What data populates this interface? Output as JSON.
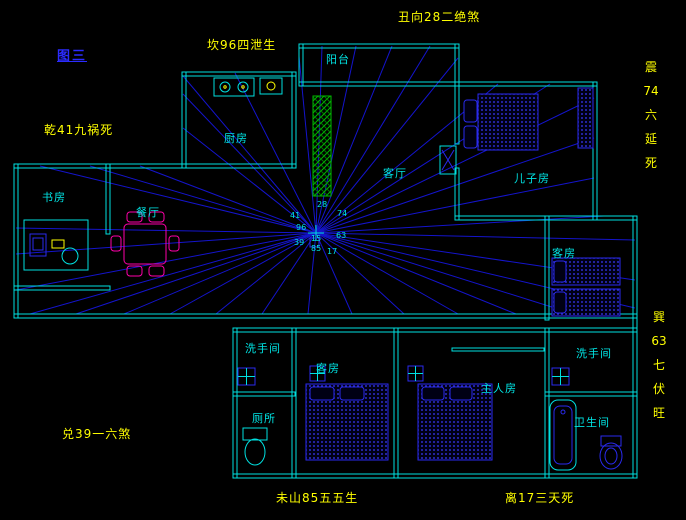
{
  "title": "图三",
  "palette": {
    "background": "#000000",
    "wall": "#00e0e0",
    "ray": "#1414cc",
    "room_label": "#00e5e5",
    "annotation": "#ffff00",
    "title_color": "#2b2bff",
    "dining_table": "#ff00aa",
    "plant": "#00bb00",
    "bed": "#3a3aff"
  },
  "annotations": {
    "north": "丑向28二绝煞",
    "kan": "坎96四泄生",
    "qian": "乾41九祸死",
    "dui": "兑39一六煞",
    "wei": "未山85五五生",
    "li": "离17三天死",
    "zhen_lines": [
      "震",
      "74",
      "六",
      "延",
      "死"
    ],
    "xun_lines": [
      "巽",
      "63",
      "七",
      "伏",
      "旺"
    ]
  },
  "rooms": {
    "balcony": "阳台",
    "kitchen": "厨房",
    "living": "客厅",
    "son_room": "儿子房",
    "study": "书房",
    "dining": "餐厅",
    "guest_right": "客房",
    "washroom_left": "洗手间",
    "guest_bottom": "客房",
    "master": "主人房",
    "washroom_right": "洗手间",
    "toilet": "厕所",
    "bathroom": "卫生间"
  },
  "star_grid": {
    "nw": "41",
    "n": "28",
    "ne": "74",
    "w": "96",
    "c": "15",
    "e": "63",
    "sw": "39",
    "s": "85",
    "se": "17"
  }
}
